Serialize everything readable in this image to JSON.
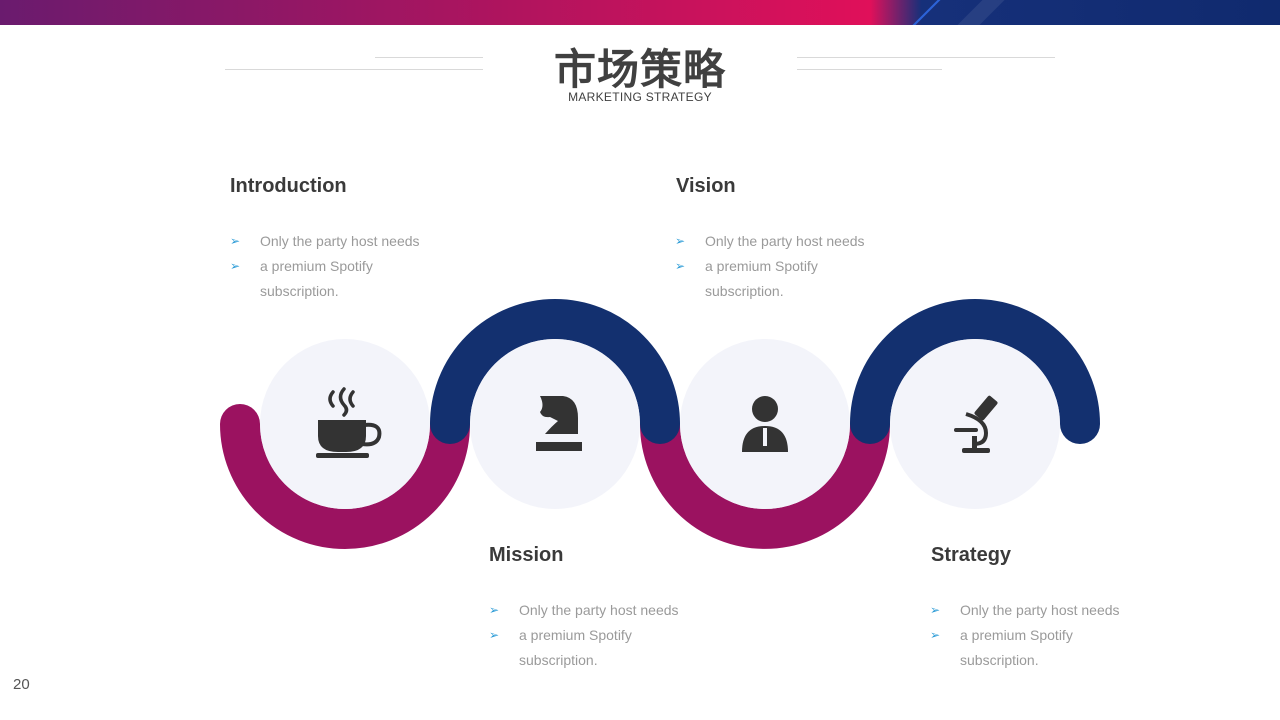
{
  "header": {
    "title": "市场策略",
    "subtitle": "MARKETING  STRATEGY"
  },
  "colors": {
    "magenta": "#9b1260",
    "navy": "#13306f",
    "circle_fill": "#f3f4fa",
    "icon": "#333333",
    "arrow": "#2a9bd6"
  },
  "steps": [
    {
      "heading": "Introduction",
      "icon": "coffee-cup-icon",
      "bullets": [
        "Only the party host needs",
        "a premium Spotify"
      ],
      "continuation": "subscription."
    },
    {
      "heading": "Mission",
      "icon": "chess-knight-icon",
      "bullets": [
        "Only the party host needs",
        "a premium Spotify"
      ],
      "continuation": "subscription."
    },
    {
      "heading": "Vision",
      "icon": "businessman-icon",
      "bullets": [
        "Only the party host needs",
        "a premium Spotify"
      ],
      "continuation": "subscription."
    },
    {
      "heading": "Strategy",
      "icon": "microscope-icon",
      "bullets": [
        "Only the party host needs",
        "a premium Spotify"
      ],
      "continuation": "subscription."
    }
  ],
  "page_number": "20"
}
